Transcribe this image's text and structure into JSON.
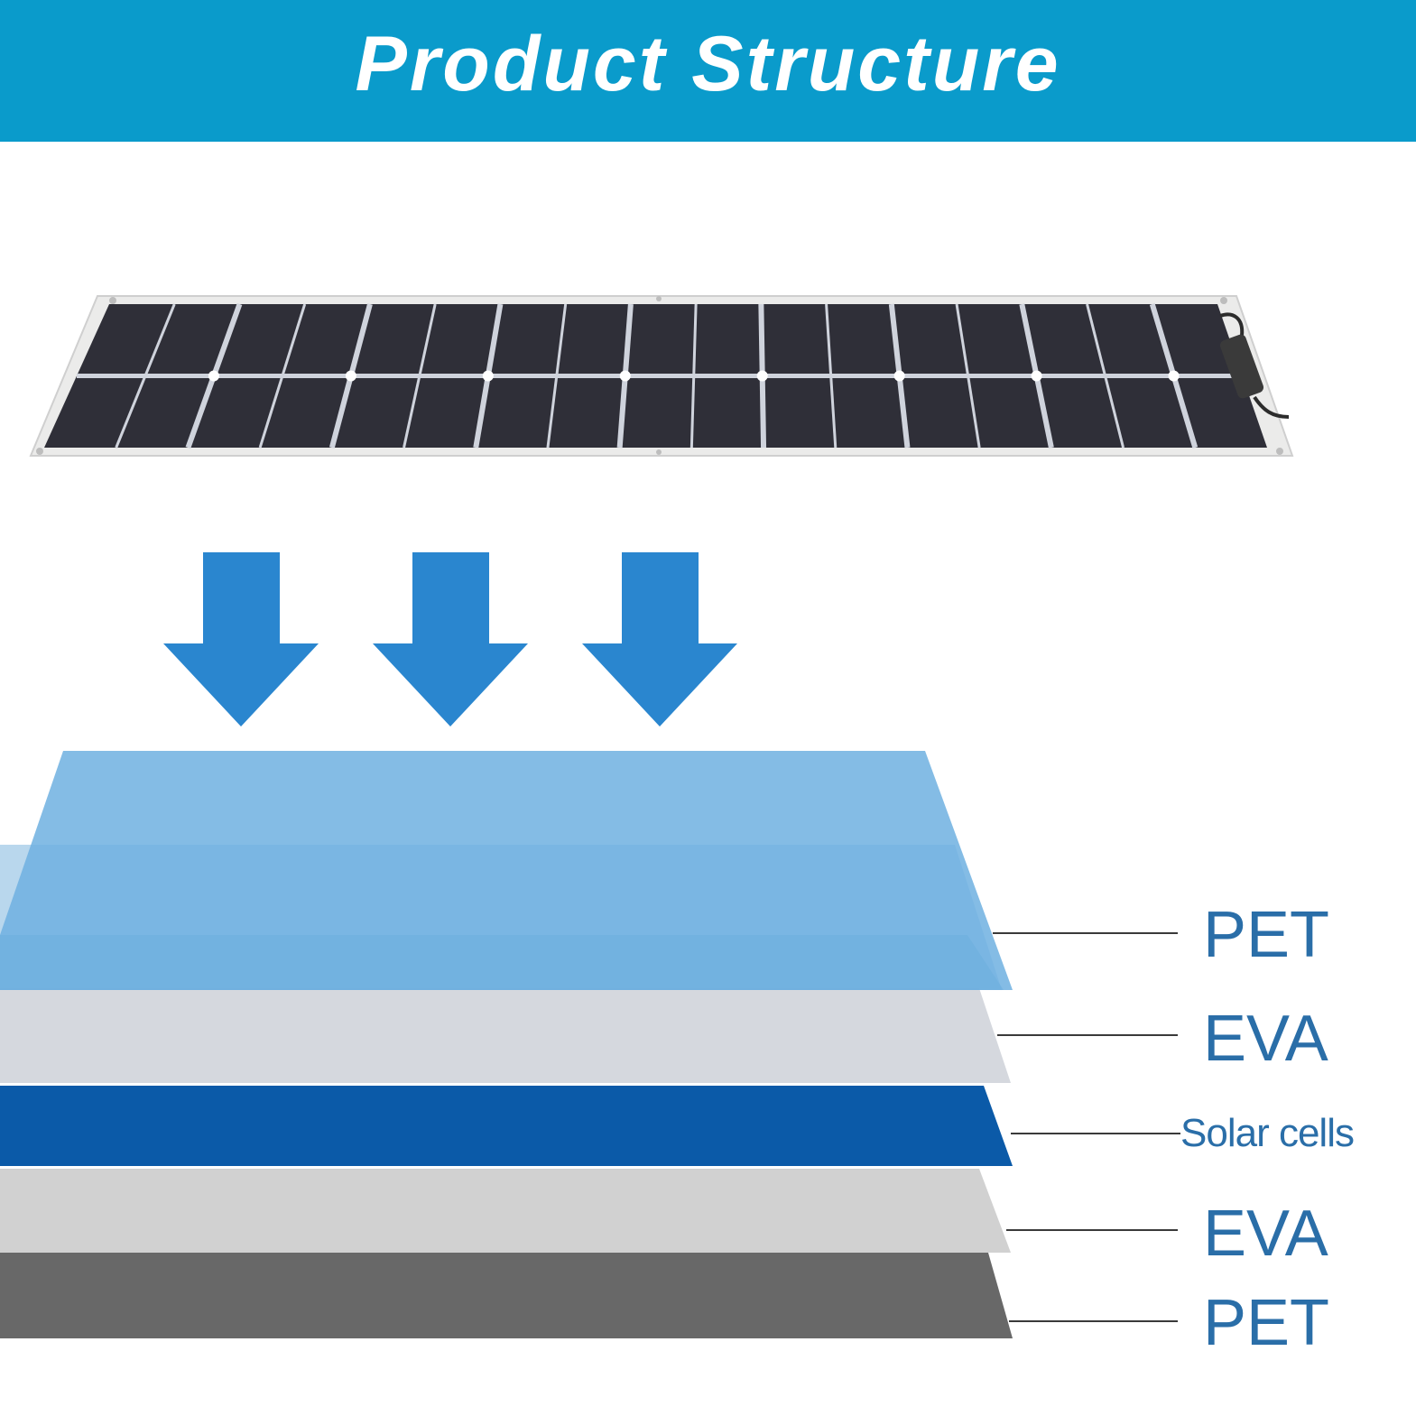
{
  "header": {
    "title": "Product Structure"
  },
  "colors": {
    "banner": "#0a9bcb",
    "arrow": "#2a86cf",
    "label": "#2a6ea8",
    "panel_cell": "#2f2f38",
    "panel_frame": "#ebebea"
  },
  "panel": {
    "columns": 17,
    "rows": 2,
    "icon": "solar-panel-image"
  },
  "arrows": {
    "count": 3,
    "direction": "down",
    "icon": "arrow-down-icon"
  },
  "layers": [
    {
      "label": "PET",
      "color": "#6eb0e0"
    },
    {
      "label": "EVA",
      "color": "#d3d6dc"
    },
    {
      "label": "Solar cells",
      "color": "#0b5aa8"
    },
    {
      "label": "EVA",
      "color": "#cfcfcf"
    },
    {
      "label": "PET",
      "color": "#686868"
    }
  ]
}
